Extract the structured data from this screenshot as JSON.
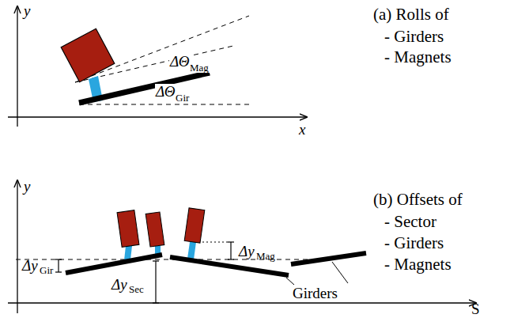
{
  "diagram": {
    "labels": [
      "y",
      "x",
      "ΔΘ",
      "Mag",
      "ΔΘ",
      "Gir",
      "(a) Rolls of",
      "- Girders",
      "- Magnets",
      "y",
      "Δy",
      "Gir",
      "Δy",
      "Sec",
      "Δy",
      "Mag",
      "Girders",
      "S",
      "(b) Offsets of",
      "- Sector",
      "- Girders",
      "- Magnets"
    ]
  }
}
